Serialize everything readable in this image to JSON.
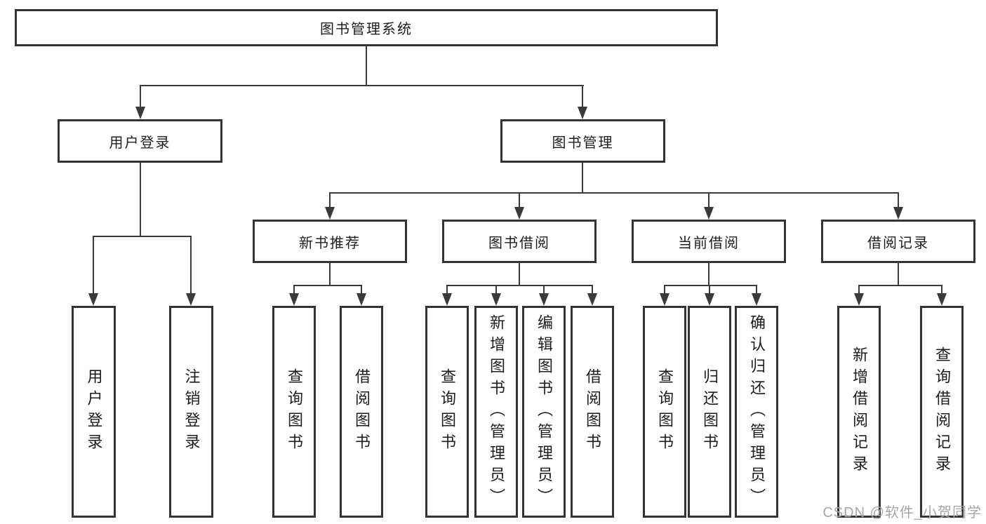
{
  "nodes": {
    "root": "图书管理系统",
    "l2": [
      "用户登录",
      "图书管理"
    ],
    "l3": [
      "新书推荐",
      "图书借阅",
      "当前借阅",
      "借阅记录"
    ],
    "leaves": [
      "用户登录",
      "注销登录",
      "查询图书",
      "借阅图书",
      "查询图书",
      "新增图书（管理员）",
      "编辑图书（管理员）",
      "借阅图书",
      "查询图书",
      "归还图书",
      "确认归还（管理员）",
      "新增借阅记录",
      "查询借阅记录"
    ]
  },
  "hierarchy": {
    "图书管理系统": {
      "用户登录": [
        "用户登录",
        "注销登录"
      ],
      "图书管理": {
        "新书推荐": [
          "查询图书",
          "借阅图书"
        ],
        "图书借阅": [
          "查询图书",
          "新增图书（管理员）",
          "编辑图书（管理员）",
          "借阅图书"
        ],
        "当前借阅": [
          "查询图书",
          "归还图书",
          "确认归还（管理员）"
        ],
        "借阅记录": [
          "新增借阅记录",
          "查询借阅记录"
        ]
      }
    }
  },
  "watermark": "CSDN @软件_小贺同学",
  "colors": {
    "line": "#3a3a3a",
    "border": "#333333",
    "text": "#1d1d1d",
    "watermark": "#a6a6a6",
    "background": "#ffffff"
  }
}
